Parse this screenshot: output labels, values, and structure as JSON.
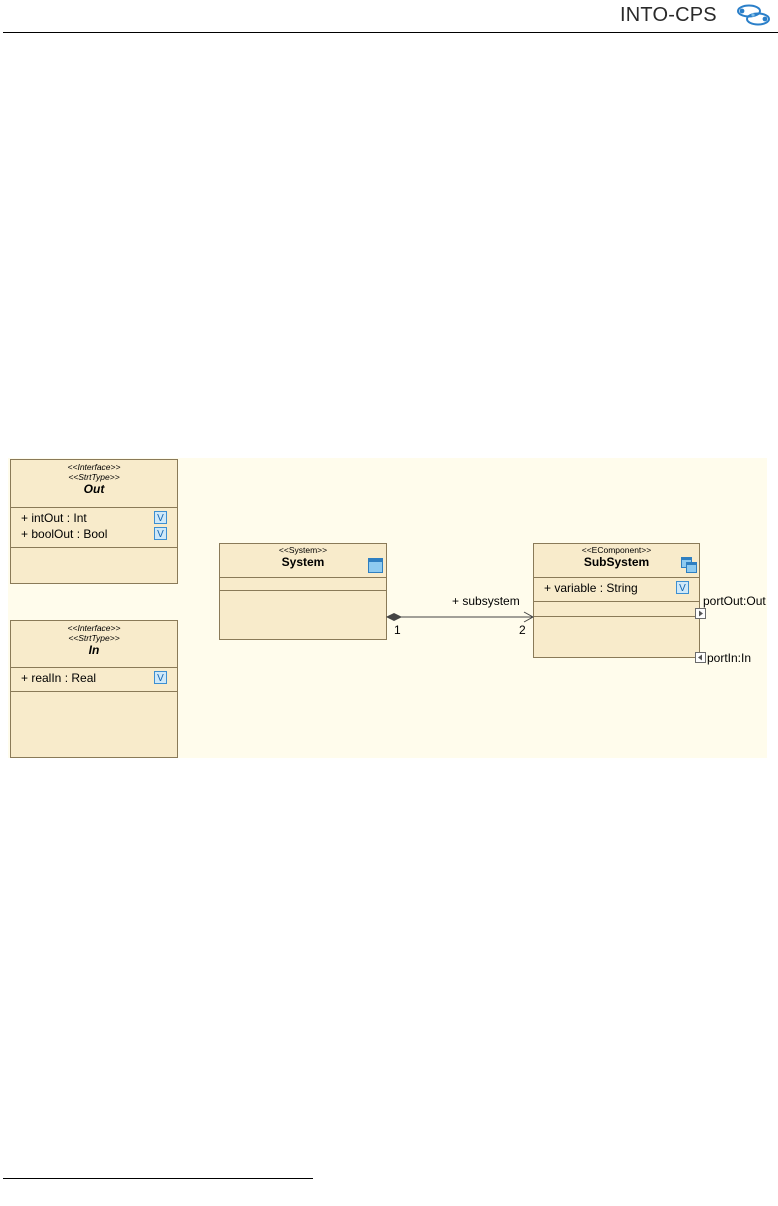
{
  "header": {
    "title": "INTO-CPS"
  },
  "diagram": {
    "interface_out": {
      "stereotypes": [
        "<<Interface>>",
        "<<StrtType>>"
      ],
      "name": "Out",
      "attributes": [
        {
          "text": "+ intOut : Int",
          "tag": "V"
        },
        {
          "text": "+ boolOut : Bool",
          "tag": "V"
        }
      ]
    },
    "interface_in": {
      "stereotypes": [
        "<<Interface>>",
        "<<StrtType>>"
      ],
      "name": "In",
      "attributes": [
        {
          "text": "+ realIn : Real",
          "tag": "V"
        }
      ]
    },
    "system": {
      "stereotype": "<<System>>",
      "name": "System"
    },
    "subsystem": {
      "stereotype": "<<EComponent>>",
      "name": "SubSystem",
      "attributes": [
        {
          "text": "+ variable : String",
          "tag": "V"
        }
      ],
      "ports": [
        {
          "label": "portOut:Out",
          "direction": "out"
        },
        {
          "label": "portIn:In",
          "direction": "in"
        }
      ]
    },
    "association": {
      "role": "+ subsystem",
      "source_multiplicity": "1",
      "target_multiplicity": "2"
    }
  }
}
